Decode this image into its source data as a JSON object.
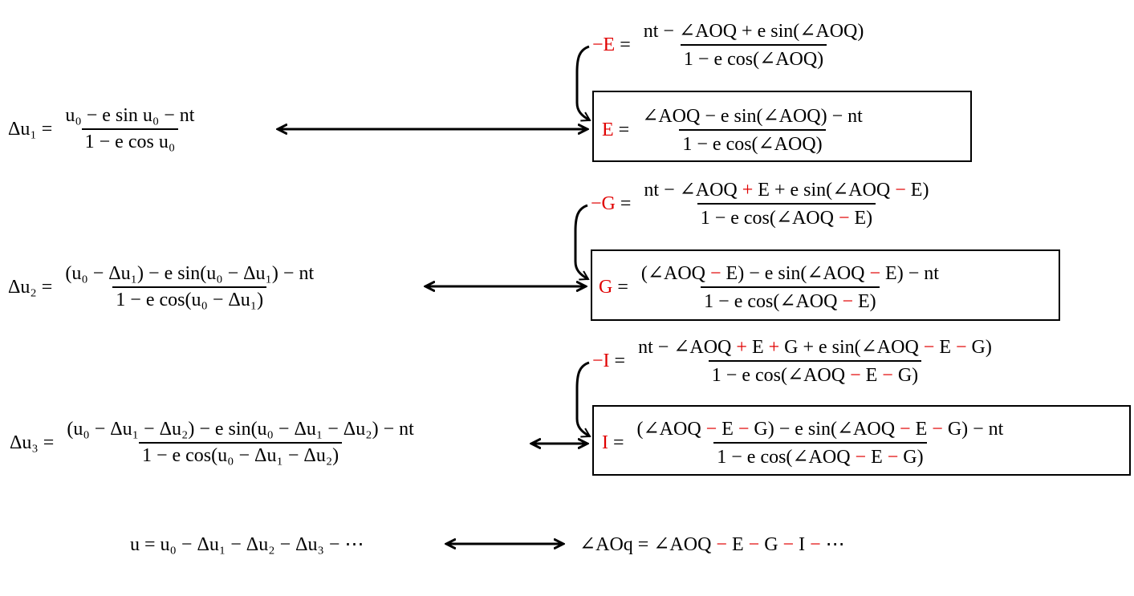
{
  "colors": {
    "text": "#000000",
    "highlight": "#e00000",
    "background": "#ffffff"
  },
  "left_equations": [
    {
      "id": "du1",
      "lhs": "Δu₁ =",
      "numerator": "u₀ − e sin u₀ − nt",
      "denominator": "1 − e cos u₀"
    },
    {
      "id": "du2",
      "lhs": "Δu₂ =",
      "numerator": "(u₀ − Δu₁) − e sin(u₀ − Δu₁) − nt",
      "denominator": "1 − e cos(u₀ − Δu₁)"
    },
    {
      "id": "du3",
      "lhs": "Δu₃ =",
      "numerator": "(u₀ − Δu₁ − Δu₂) − e sin(u₀ − Δu₁ − Δu₂) − nt",
      "denominator": "1 − e cos(u₀ − Δu₁ − Δu₂)"
    }
  ],
  "right_groups": [
    {
      "neg": {
        "lhs_sign": "−",
        "lhs_var": "E",
        "eq": "=",
        "numerator": [
          [
            "nt − ∠AOQ + e sin(∠AOQ)",
            false
          ]
        ],
        "denominator": [
          [
            "1 − e cos(∠AOQ)",
            false
          ]
        ]
      },
      "pos": {
        "lhs_var": "E",
        "eq": "=",
        "numerator": [
          [
            "∠AOQ − e sin(∠AOQ) − nt",
            false
          ]
        ],
        "denominator": [
          [
            "1 − e cos(∠AOQ)",
            false
          ]
        ]
      }
    },
    {
      "neg": {
        "lhs_sign": "−",
        "lhs_var": "G",
        "eq": "=",
        "numerator": [
          [
            "nt − ∠AOQ ",
            false
          ],
          [
            "+",
            true
          ],
          [
            " E + e sin(∠AOQ ",
            false
          ],
          [
            "−",
            true
          ],
          [
            " E)",
            false
          ]
        ],
        "denominator": [
          [
            "1 − e cos(∠AOQ ",
            false
          ],
          [
            "−",
            true
          ],
          [
            " E)",
            false
          ]
        ]
      },
      "pos": {
        "lhs_var": "G",
        "eq": "=",
        "numerator": [
          [
            "(∠AOQ ",
            false
          ],
          [
            "−",
            true
          ],
          [
            " E) − e sin(∠AOQ ",
            false
          ],
          [
            "−",
            true
          ],
          [
            " E) − nt",
            false
          ]
        ],
        "denominator": [
          [
            "1 − e cos(∠AOQ ",
            false
          ],
          [
            "−",
            true
          ],
          [
            " E)",
            false
          ]
        ]
      }
    },
    {
      "neg": {
        "lhs_sign": "−",
        "lhs_var": "I",
        "eq": "=",
        "numerator": [
          [
            "nt − ∠AOQ ",
            false
          ],
          [
            "+",
            true
          ],
          [
            " E ",
            false
          ],
          [
            "+",
            true
          ],
          [
            " G + e sin(∠AOQ ",
            false
          ],
          [
            "−",
            true
          ],
          [
            " E ",
            false
          ],
          [
            "−",
            true
          ],
          [
            " G)",
            false
          ]
        ],
        "denominator": [
          [
            "1 − e cos(∠AOQ ",
            false
          ],
          [
            "−",
            true
          ],
          [
            " E ",
            false
          ],
          [
            "−",
            true
          ],
          [
            " G)",
            false
          ]
        ]
      },
      "pos": {
        "lhs_var": "I",
        "eq": "=",
        "numerator": [
          [
            "(∠AOQ ",
            false
          ],
          [
            "−",
            true
          ],
          [
            " E ",
            false
          ],
          [
            "−",
            true
          ],
          [
            " G) − e sin(∠AOQ ",
            false
          ],
          [
            "−",
            true
          ],
          [
            " E ",
            false
          ],
          [
            "−",
            true
          ],
          [
            " G) − nt",
            false
          ]
        ],
        "denominator": [
          [
            "1 − e cos(∠AOQ ",
            false
          ],
          [
            "−",
            true
          ],
          [
            " E ",
            false
          ],
          [
            "−",
            true
          ],
          [
            " G)",
            false
          ]
        ]
      }
    }
  ],
  "bottom": {
    "left": "u = u₀ − Δu₁ − Δu₂ − Δu₃ − ⋯",
    "right": [
      [
        "∠AOq = ∠AOQ ",
        false
      ],
      [
        "−",
        true
      ],
      [
        " E ",
        false
      ],
      [
        "−",
        true
      ],
      [
        " G ",
        false
      ],
      [
        "−",
        true
      ],
      [
        " I ",
        false
      ],
      [
        "−",
        true
      ],
      [
        " ⋯",
        false
      ]
    ]
  },
  "arrow_icon": "double-headed-arrow-icon",
  "curve_icon": "curved-down-arrow-icon"
}
